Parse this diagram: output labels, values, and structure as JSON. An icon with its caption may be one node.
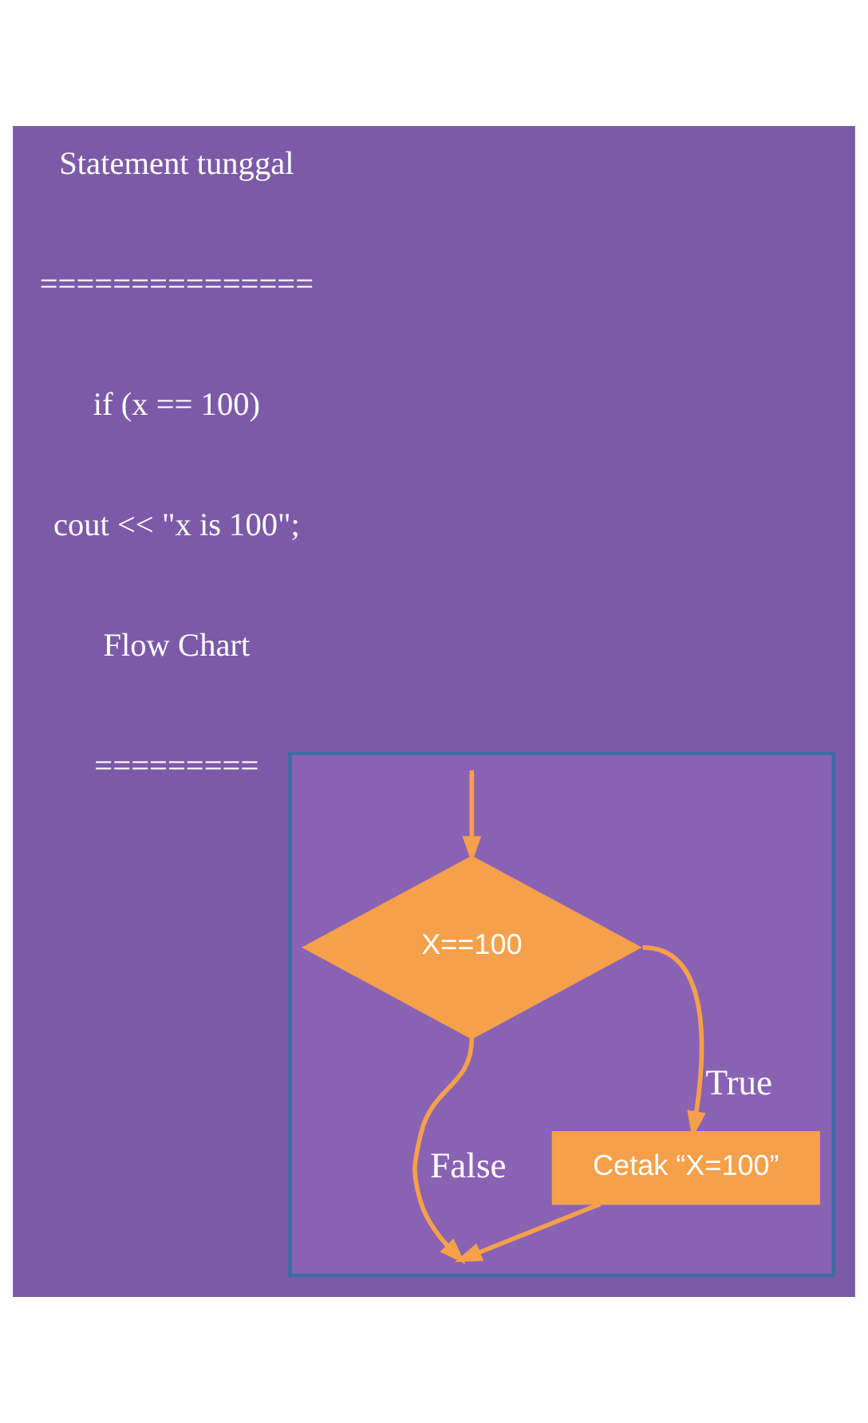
{
  "diagram": {
    "nodes": [
      {
        "text": [],
        "shape": "box"
      },
      {
        "text": [
          "X==100"
        ],
        "in": 0
      },
      {
        "text": [
          "Cetak “X=100”"
        ],
        "in": 0
      }
    ],
    "edges": [
      {
        "from": 1,
        "to": null,
        "label": "False",
        "arrow": "to"
      },
      {
        "from": 1,
        "to": 2,
        "label": "True",
        "arrow": "to"
      },
      {
        "from": null,
        "to": 1,
        "arrow": "to"
      },
      {
        "from": 2,
        "to": null,
        "arrow": "to"
      }
    ],
    "labels": [
      "Statement tunggal",
      "===============",
      "if (x == 100)",
      "cout << \"x is 100\";",
      "Flow Chart",
      "========="
    ]
  }
}
